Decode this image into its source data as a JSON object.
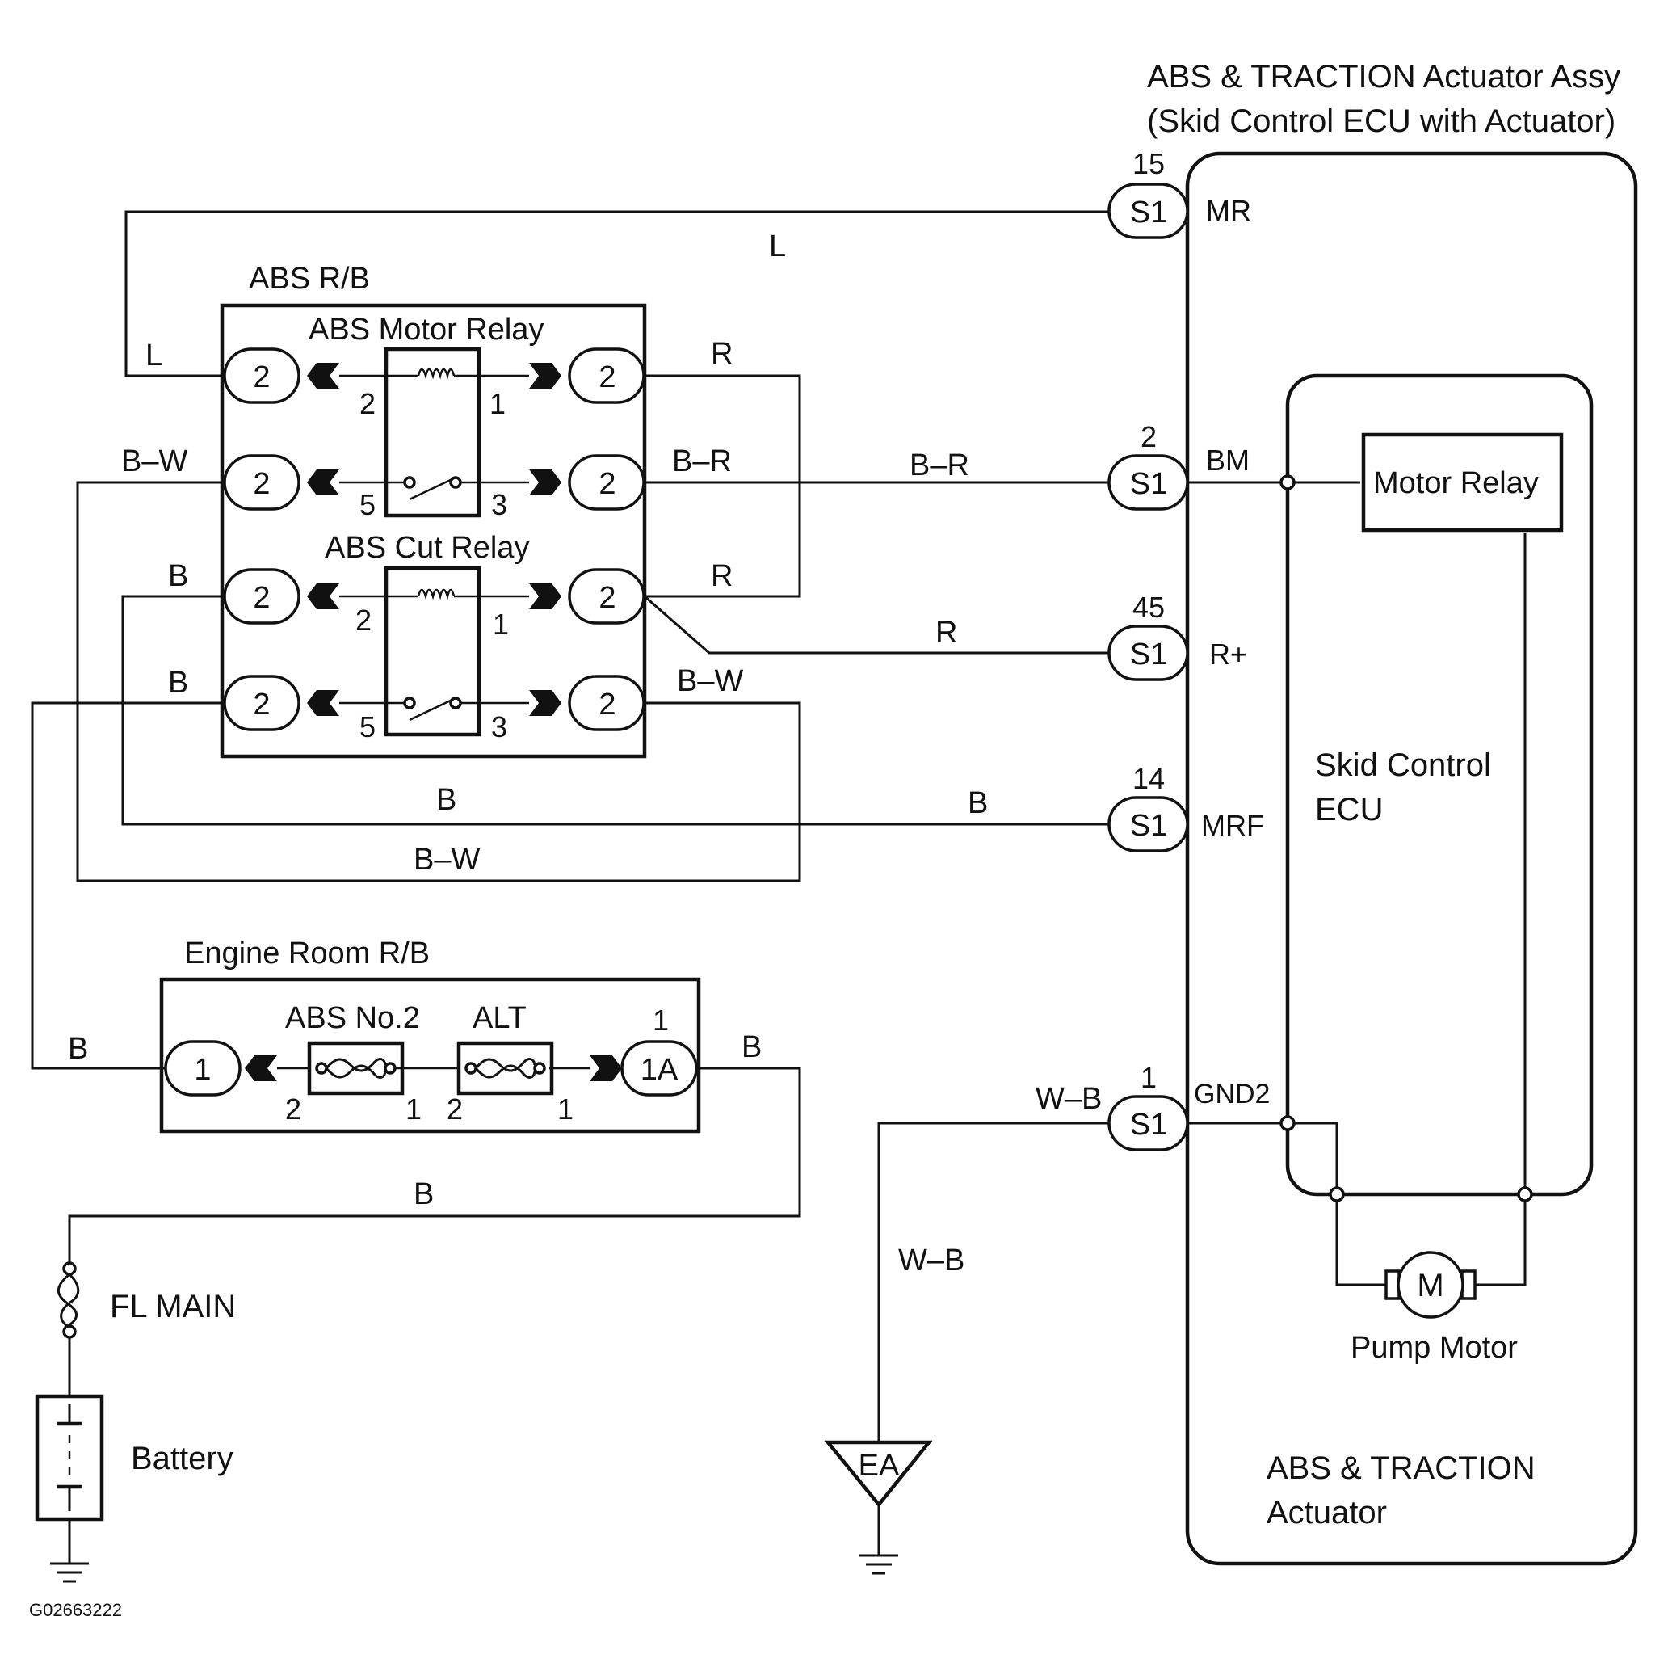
{
  "actuator_assy": {
    "title_line1": "ABS & TRACTION Actuator Assy",
    "title_line2": "(Skid Control ECU with Actuator)",
    "bottom_line1": "ABS & TRACTION",
    "bottom_line2": "Actuator"
  },
  "ecu": {
    "line1": "Skid Control",
    "line2": "ECU"
  },
  "motor_relay_label": "Motor Relay",
  "pump_motor": {
    "symbol": "M",
    "label": "Pump Motor"
  },
  "connectors": [
    {
      "pin": "15",
      "code": "S1",
      "terminal": "MR"
    },
    {
      "pin": "2",
      "code": "S1",
      "terminal": "BM"
    },
    {
      "pin": "45",
      "code": "S1",
      "terminal": "R+"
    },
    {
      "pin": "14",
      "code": "S1",
      "terminal": "MRF"
    },
    {
      "pin": "1",
      "code": "S1",
      "terminal": "GND2"
    }
  ],
  "abs_rb": {
    "label": "ABS R/B",
    "motor_relay": {
      "label": "ABS Motor Relay",
      "left_pins": [
        "2",
        "5"
      ],
      "right_pins": [
        "1",
        "3"
      ],
      "connector_left": [
        "2",
        "2"
      ],
      "connector_right": [
        "2",
        "2"
      ]
    },
    "cut_relay": {
      "label": "ABS Cut Relay",
      "left_pins": [
        "2",
        "5"
      ],
      "right_pins": [
        "1",
        "3"
      ],
      "connector_left": [
        "2",
        "2"
      ],
      "connector_right": [
        "2",
        "2"
      ]
    }
  },
  "engine_room_rb": {
    "label": "Engine Room R/B",
    "connector_left": "1",
    "connector_right": "1A",
    "connector_right_pin": "1",
    "fuse1": {
      "label": "ABS No.2",
      "pin_left": "2",
      "pin_right": "1"
    },
    "fuse2": {
      "label": "ALT",
      "pin_left": "2",
      "pin_right": "1"
    }
  },
  "fl_main": "FL MAIN",
  "battery": "Battery",
  "ground_point": "EA",
  "wire_colors": {
    "mr_top": "L",
    "mr_left": "L",
    "motor_relay_r": "R",
    "bw_left": "B–W",
    "br_right": "B–R",
    "br_mid": "B–R",
    "cut_b_top": "B",
    "cut_r": "R",
    "r_plus": "R",
    "cut_b_bottom": "B",
    "cut_bw": "B–W",
    "mrf_b_left": "B",
    "mrf_b_right": "B",
    "bw_bottom": "B–W",
    "eng_b_left": "B",
    "eng_b_right": "B",
    "battery_b": "B",
    "gnd_wb_top": "W–B",
    "gnd_wb": "W–B"
  },
  "figure_code": "G02663222"
}
